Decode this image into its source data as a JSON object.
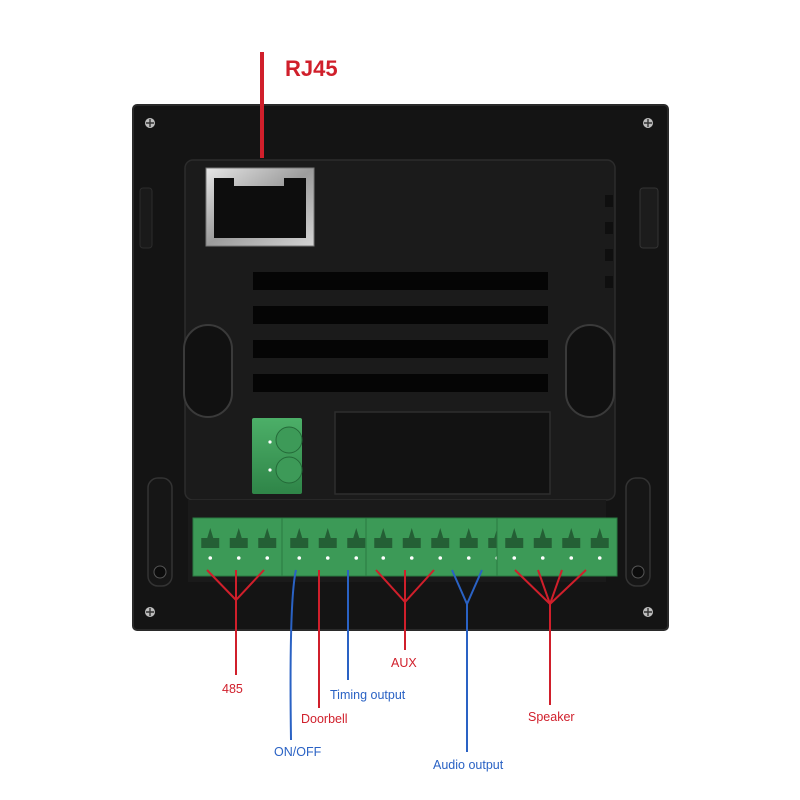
{
  "labels": {
    "rj45": "RJ45",
    "l485": "485",
    "onoff": "ON/OFF",
    "doorbell": "Doorbell",
    "timing_output": "Timing output",
    "aux": "AUX",
    "audio_output": "Audio output",
    "speaker": "Speaker"
  },
  "colors": {
    "red": "#d01f2b",
    "blue": "#2a62c4",
    "panel": "#161616",
    "terminal": "#3c9a57"
  }
}
